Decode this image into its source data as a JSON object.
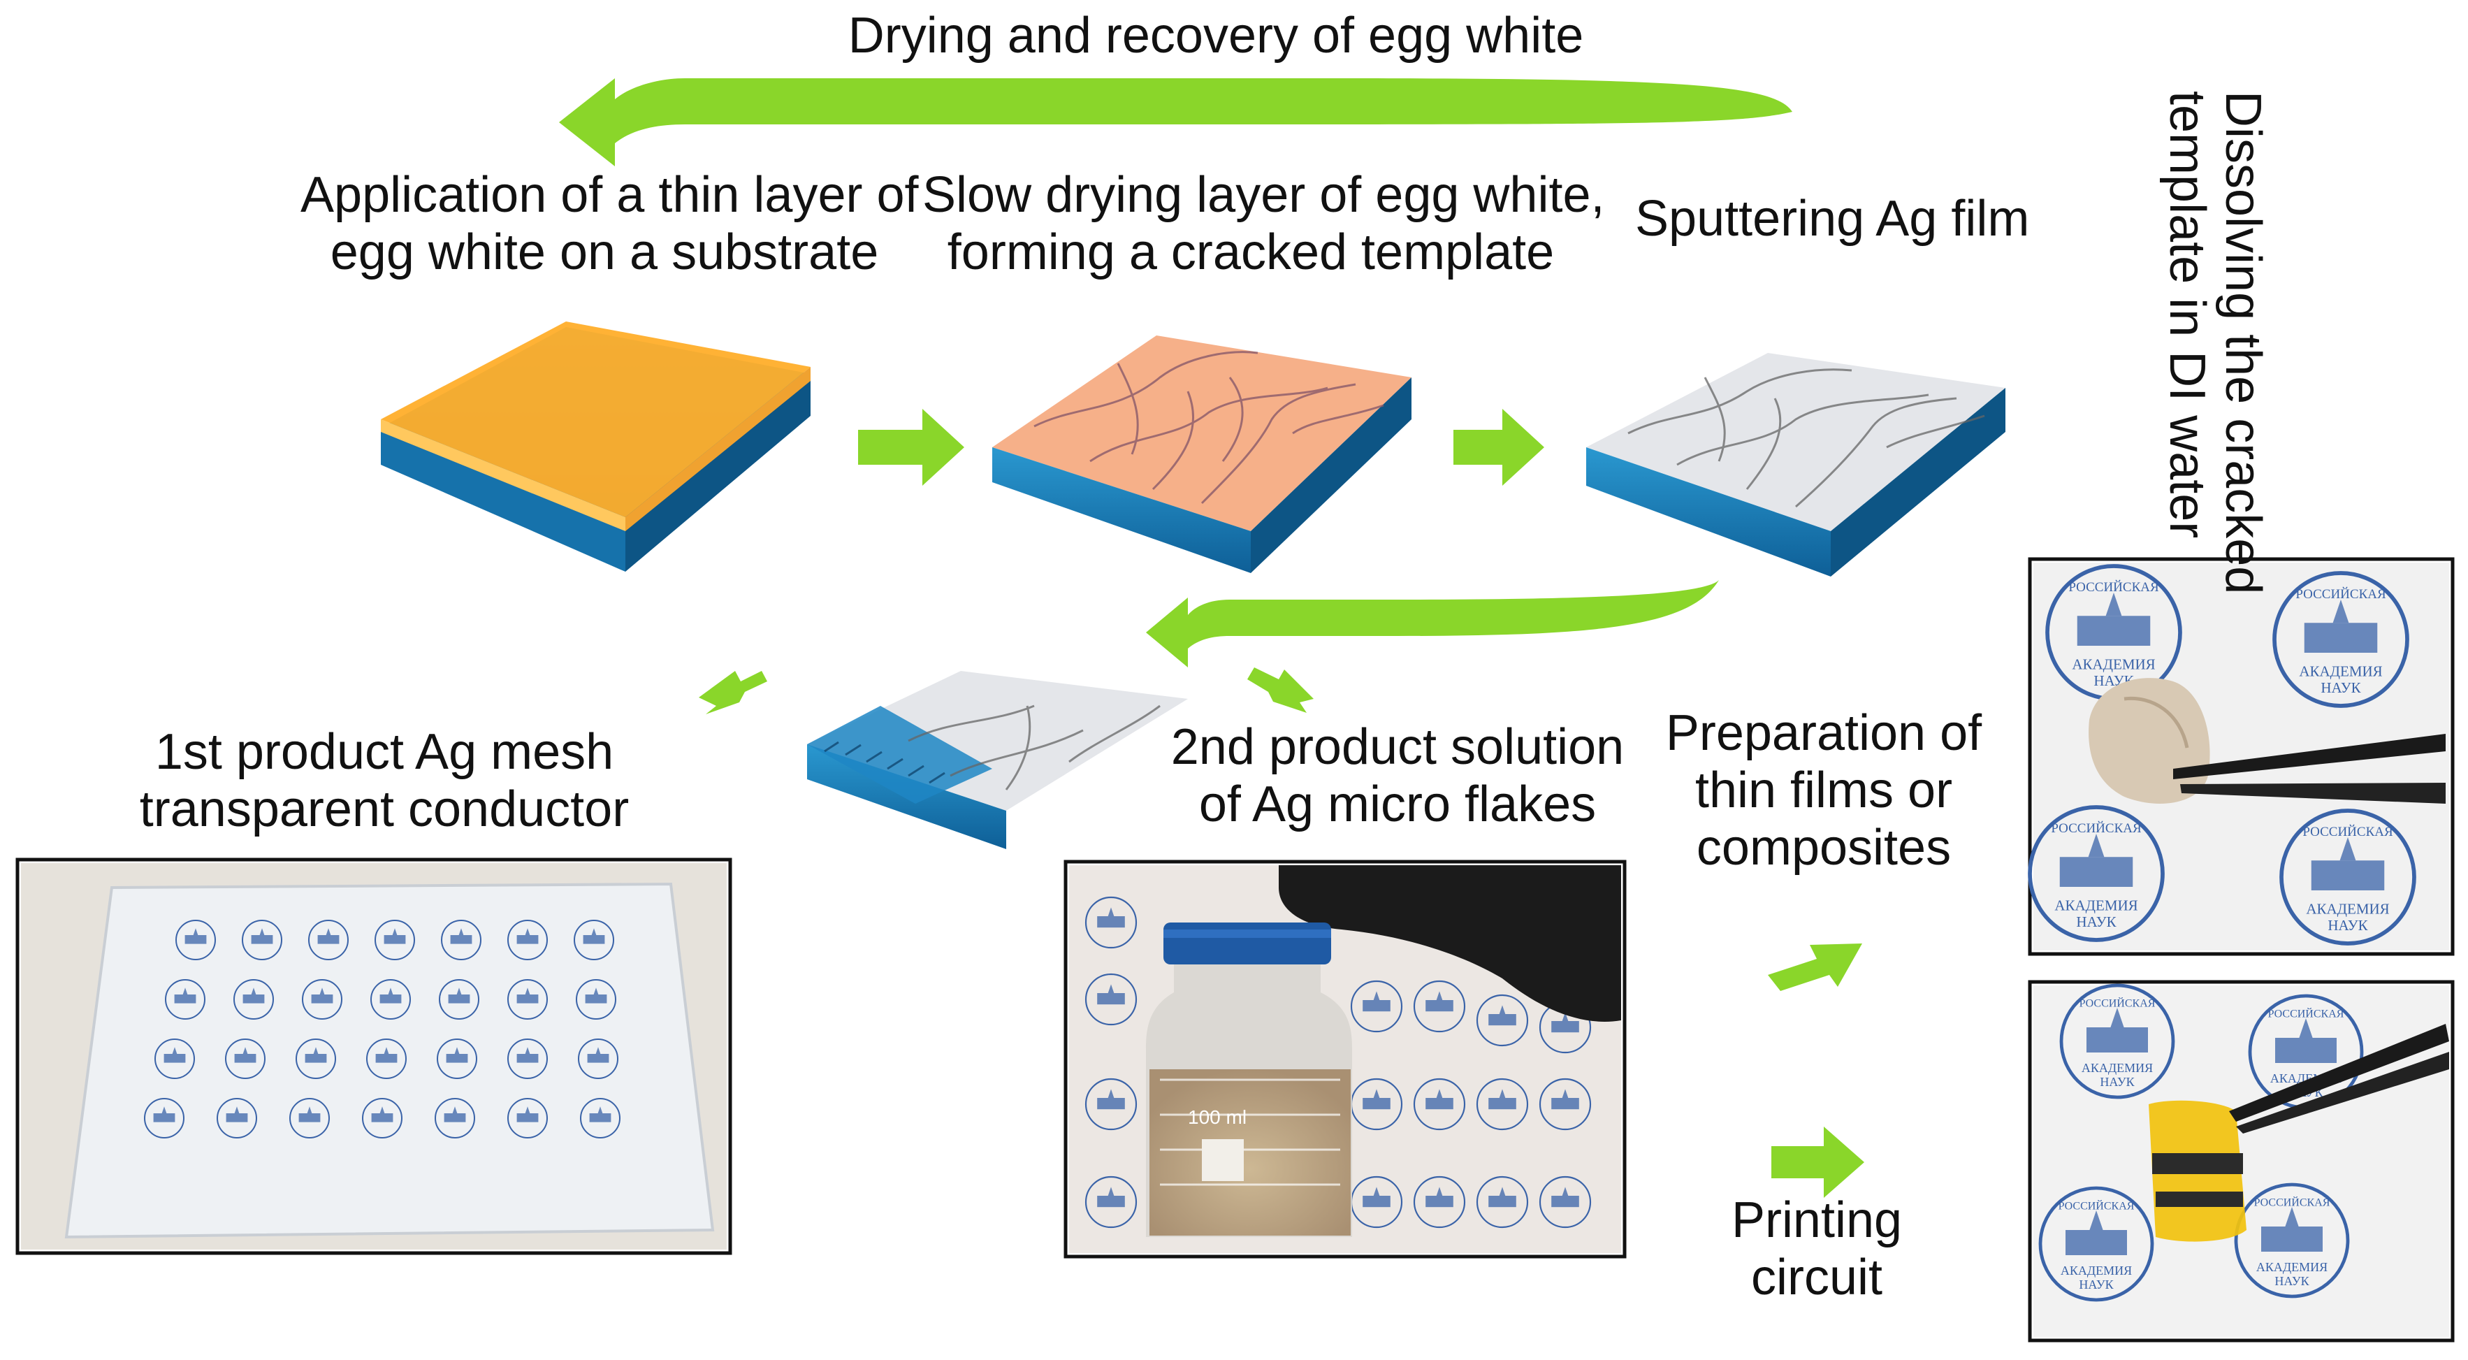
{
  "top_label": "Drying and recovery of egg white",
  "steps": [
    {
      "line1": "Application of a thin layer of",
      "line2": "egg white on a substrate"
    },
    {
      "line1": "Slow drying layer of egg white,",
      "line2": "forming a cracked template"
    },
    {
      "line1": "Sputtering Ag film"
    }
  ],
  "dissolve_label": {
    "line1": "Dissolving the cracked",
    "line2": "template in DI water"
  },
  "products": {
    "first": {
      "line1": "1st product Ag mesh",
      "line2": "transparent conductor"
    },
    "second": {
      "line1": "2nd product solution",
      "line2": "of Ag micro flakes"
    }
  },
  "applications": {
    "films": {
      "line1": "Preparation of",
      "line2": "thin films or",
      "line3": "composites"
    },
    "printing": {
      "line1": "Printing",
      "line2": "circuit"
    }
  },
  "photo_stamp_text": {
    "line1": "РОССИЙСКАЯ",
    "line2": "АКАДЕМИЯ",
    "line3": "НАУК"
  },
  "bottle_label": "100 ml",
  "colors": {
    "arrow": "#8ad62a",
    "substrate": "#1f86c4",
    "egg_white": "#ffae2a",
    "cracked": "#f6b089",
    "silver": "#e4e6ea",
    "stamp": "#3a63a8"
  }
}
